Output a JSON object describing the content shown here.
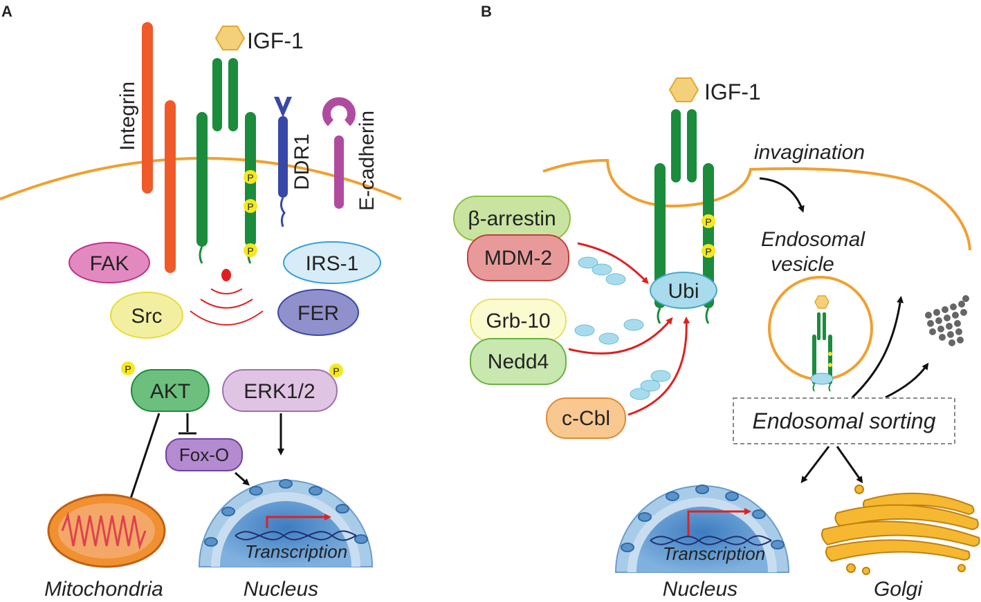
{
  "panels": {
    "a": {
      "letter": "A",
      "ligand": "IGF-1",
      "integrin": "Integrin",
      "ddr1": "DDR1",
      "ecadherin": "E-cadherin",
      "phospho": "P",
      "fak": "FAK",
      "src": "Src",
      "irs1": "IRS-1",
      "fer": "FER",
      "akt": "AKT",
      "erk": "ERK1/2",
      "foxo": "Fox-O",
      "transcription": "Transcription",
      "mitochondria": "Mitochondria",
      "nucleus": "Nucleus"
    },
    "b": {
      "letter": "B",
      "ligand": "IGF-1",
      "invagination": "invagination",
      "endosomal_vesicle_line1": "Endosomal",
      "endosomal_vesicle_line2": "vesicle",
      "barrestin": "β-arrestin",
      "mdm2": "MDM-2",
      "grb10": "Grb-10",
      "nedd4": "Nedd4",
      "ccbl": "c-Cbl",
      "ubi": "Ubi",
      "phospho": "P",
      "endosomal_sorting": "Endosomal sorting",
      "transcription": "Transcription",
      "nucleus": "Nucleus",
      "golgi": "Golgi"
    }
  },
  "colors": {
    "membrane": "#f0a030",
    "receptor": "#1a8c3c",
    "integrin": "#f05a28",
    "ddr1": "#3848a8",
    "ecadherin": "#b04ca0",
    "phospho": "#f5e820",
    "igf1": "#f5d07a",
    "fak": "#e28ac0",
    "src": "#f2f0a0",
    "irs1": "#d8ecf8",
    "fer": "#9090cc",
    "akt": "#6cbf7c",
    "erk": "#e0c4e4",
    "foxo": "#b48ad0",
    "barrestin": "#c8e4a0",
    "mdm2": "#e89a9a",
    "grb10": "#fbfbd0",
    "nedd4": "#c8e8b0",
    "ccbl": "#f8c890",
    "ubi": "#a8dcec",
    "red_arrow": "#e02020",
    "nucleus": "#a8cce8"
  }
}
